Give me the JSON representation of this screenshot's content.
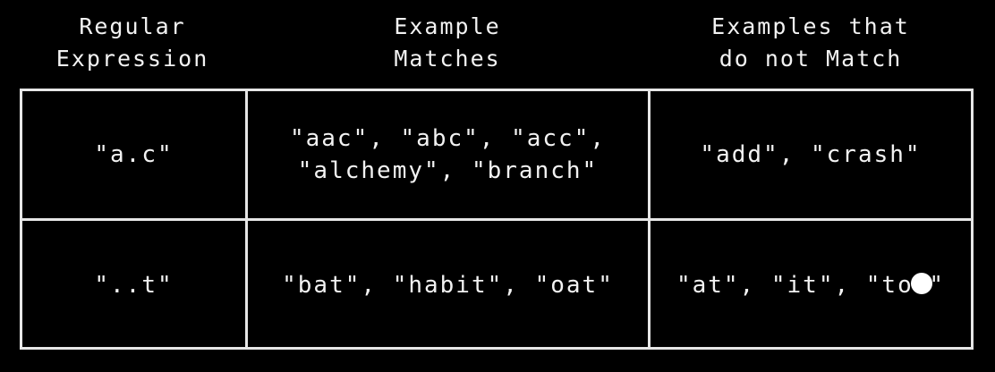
{
  "table": {
    "headers": [
      "Regular\nExpression",
      "Example\nMatches",
      "Examples that\ndo not Match"
    ],
    "rows": [
      {
        "regex": "\"a.c\"",
        "matches": "\"aac\", \"abc\", \"acc\",\n\"alchemy\", \"branch\"",
        "non_matches": "\"add\", \"crash\""
      },
      {
        "regex": "\"..t\"",
        "matches": "\"bat\", \"habit\", \"oat\"",
        "non_matches": "\"at\", \"it\", \"tot\""
      }
    ]
  },
  "cursor": {
    "icon": "cursor-dot-icon",
    "color": "#ffffff"
  }
}
